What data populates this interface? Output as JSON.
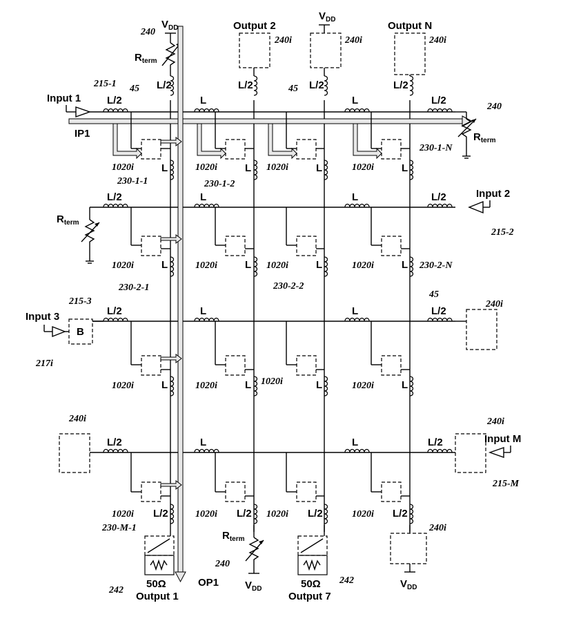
{
  "labels": {
    "input_1": "Input 1",
    "input_2": "Input 2",
    "input_3": "Input 3",
    "input_m": "Input M",
    "output_1": "Output 1",
    "output_2": "Output 2",
    "output_7": "Output 7",
    "output_n": "Output N",
    "vdd": "V",
    "vdd_sub": "DD",
    "rterm": "R",
    "rterm_sub": "term",
    "ip1": "IP1",
    "op1": "OP1",
    "b_block": "B",
    "l": "L",
    "l_half": "L/2",
    "ohm_50": "50Ω"
  },
  "refs": {
    "r240": "240",
    "r240i": "240i",
    "r215_1": "215-1",
    "r215_2": "215-2",
    "r215_3": "215-3",
    "r215_m": "215-M",
    "r217i": "217i",
    "r45": "45",
    "r1020i": "1020i",
    "r230_1_1": "230-1-1",
    "r230_1_2": "230-1-2",
    "r230_1_n": "230-1-N",
    "r230_2_1": "230-2-1",
    "r230_2_2": "230-2-2",
    "r230_2_n": "230-2-N",
    "r230_m_1": "230-M-1",
    "r242": "242"
  }
}
